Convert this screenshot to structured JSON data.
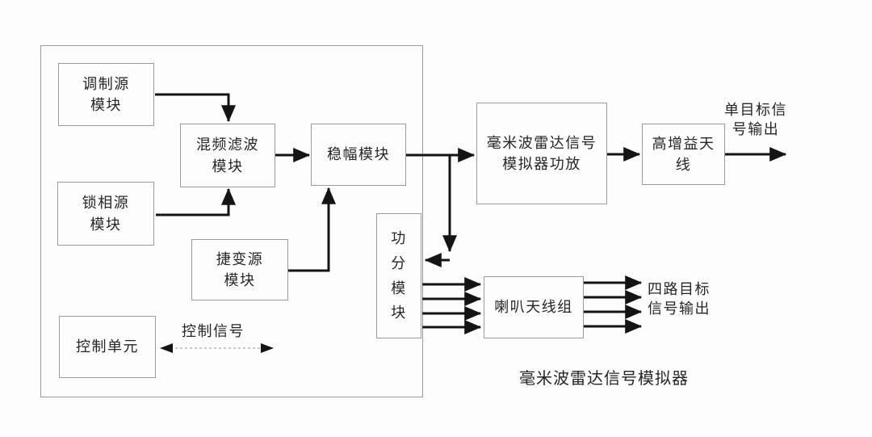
{
  "figure": {
    "caption": "毫米波雷达信号模拟器",
    "blocks": {
      "modulation_source": [
        "调制源",
        "模块"
      ],
      "pll_source": [
        "锁相源",
        "模块"
      ],
      "mixer_filter": [
        "混频滤波",
        "模块"
      ],
      "amplitude_stabilizer": "稳幅模块",
      "agile_source": [
        "捷变源",
        "模块"
      ],
      "control_unit": "控制单元",
      "power_divider": [
        "功",
        "分",
        "模",
        "块"
      ],
      "simulator_power_amp": [
        "毫米波雷达信号",
        "模拟器功放"
      ],
      "high_gain_antenna": [
        "高增益天",
        "线"
      ],
      "horn_antenna_group": "喇叭天线组"
    },
    "labels": {
      "control_signal": "控制信号",
      "single_target_output": [
        "单目标信",
        "号输出"
      ],
      "four_way_target_output": [
        "四路目标",
        "信号输出"
      ]
    },
    "colors": {
      "line": "#141414",
      "box_border": "#9b9b9b",
      "background": "#fdfdfd"
    }
  }
}
